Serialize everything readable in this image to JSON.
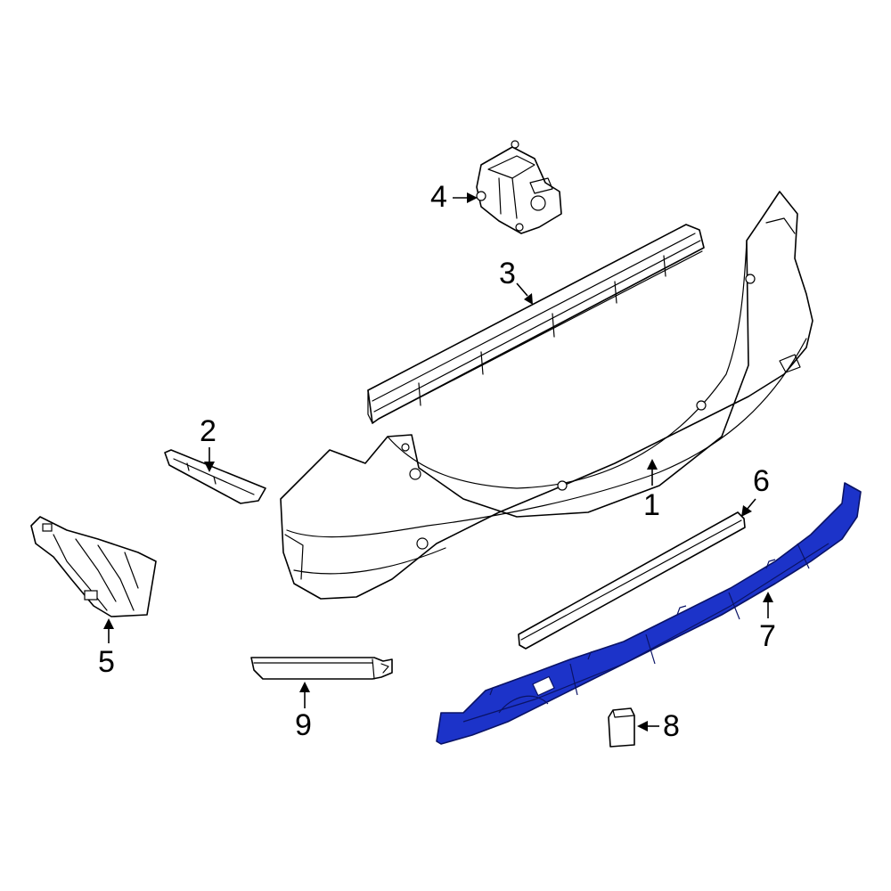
{
  "colors": {
    "highlight": "#1c33c9",
    "line": "#000000",
    "background": "#ffffff"
  },
  "callouts": {
    "c1": "1",
    "c2": "2",
    "c3": "3",
    "c4": "4",
    "c5": "5",
    "c6": "6",
    "c7": "7",
    "c8": "8",
    "c9": "9"
  },
  "highlighted_part": "7"
}
